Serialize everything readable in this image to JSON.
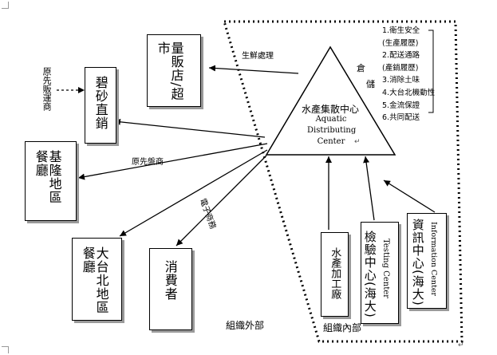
{
  "hub": {
    "title_zh": "水產集散中心",
    "title_en": [
      "Aquatic",
      "Distributing",
      "Center"
    ],
    "storage_chars": [
      "倉",
      "儲"
    ]
  },
  "functions": [
    "1.衛生安全",
    "(生產履歷)",
    "2.配送通路",
    "(產銷履歷)",
    "3.消除土味",
    "4.大台北機動性",
    "5.金流保證",
    "6.共同配送"
  ],
  "external_nodes": {
    "retail": "量販店/超市",
    "bisha": "碧砂直銷",
    "keelung": "基隆地區餐廳",
    "taipei": "大台北地區餐廳",
    "consumer": "消費者"
  },
  "internal_nodes": {
    "processing": "水產加工廠",
    "testing_zh": "檢驗中心(海大)",
    "testing_en": "Testing Center",
    "info_zh": "資訊中心(海大)",
    "info_en": "Information Center"
  },
  "edge_labels": {
    "fresh_processing": "生鮮處理",
    "original_channel": "原先販運商",
    "original_plate": "原先盤商",
    "ecommerce": "電子商務"
  },
  "zones": {
    "external": "組織外部",
    "internal": "組織內部"
  },
  "paragraph_mark": "↵"
}
